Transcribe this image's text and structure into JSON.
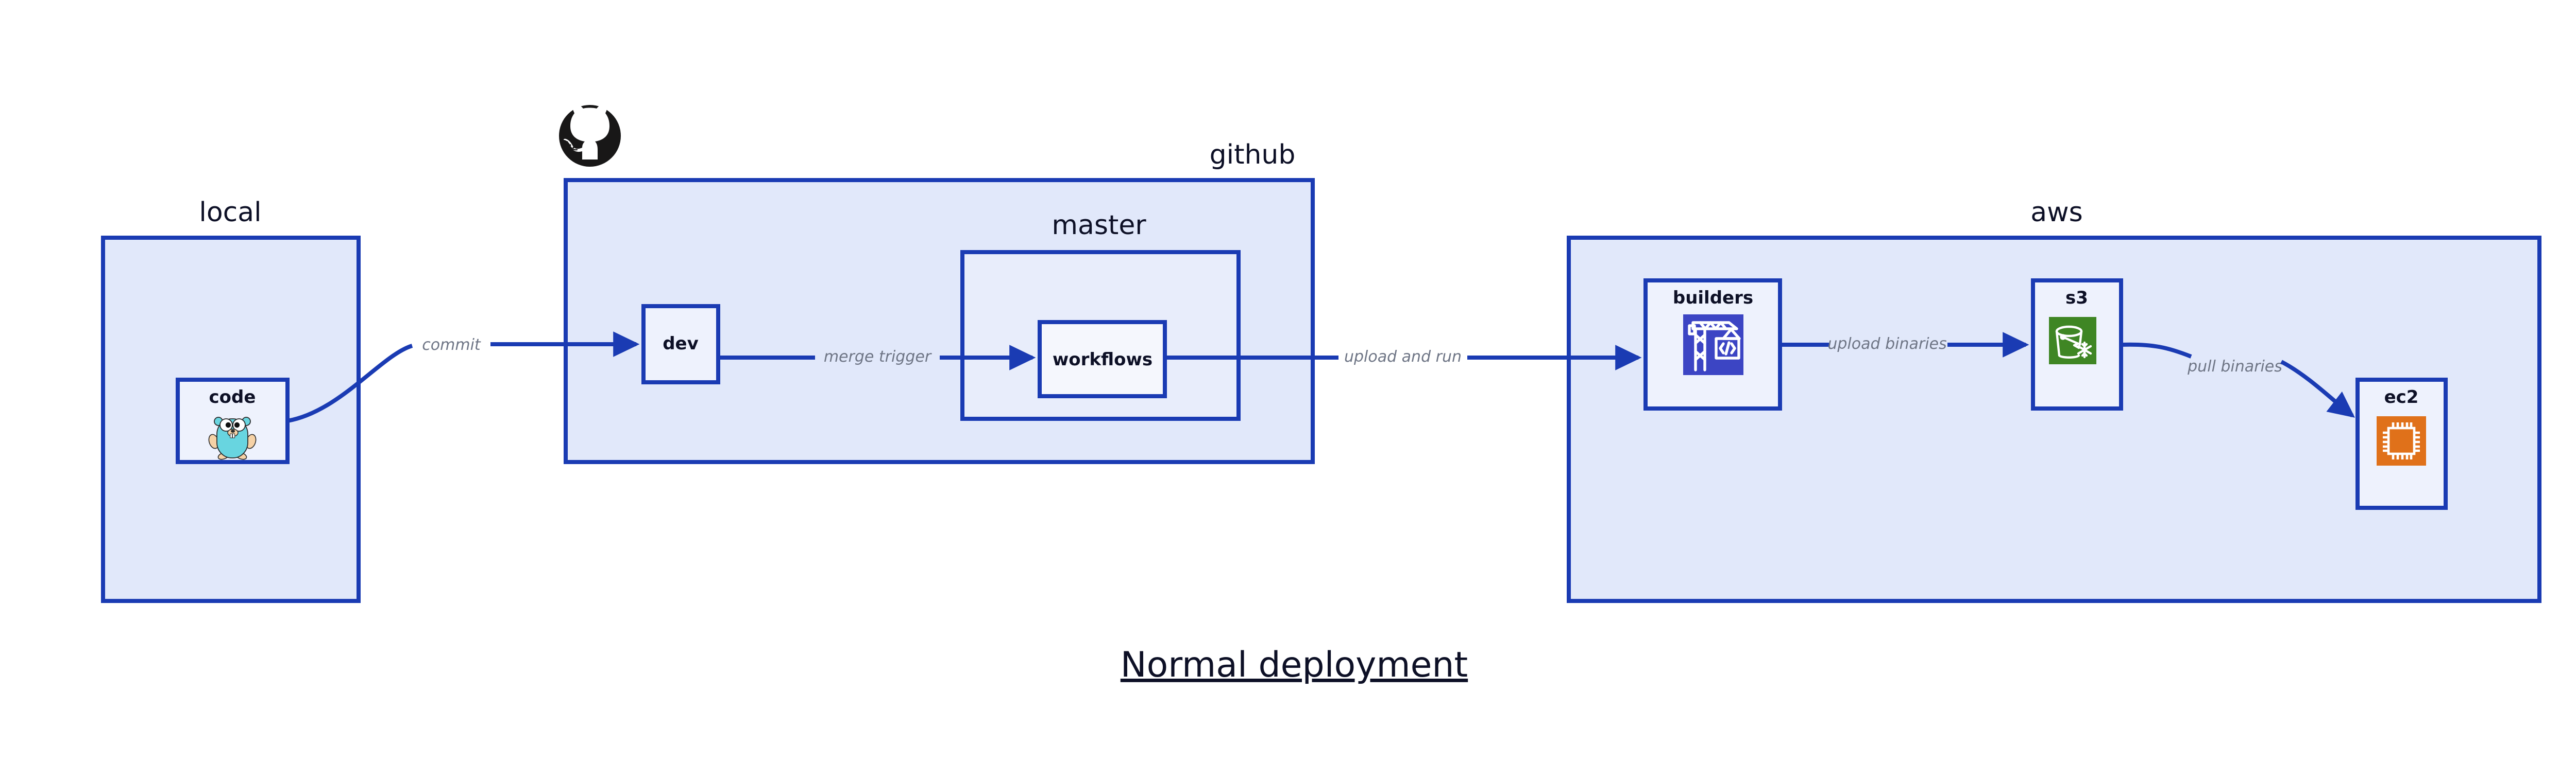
{
  "title": "Normal deployment",
  "colors": {
    "group_fill": "#e1e8fa",
    "subgroup_fill": "#e8edfb",
    "node_fill": "#eef2fd",
    "node_fill_pale": "#f5f7fd",
    "border_blue": "#1a3bb3",
    "edge_blue": "#1a3bb3",
    "edge_label_gray": "#6e7585",
    "text_dark": "#0d1026",
    "codebuild_blue": "#3c45c4",
    "s3_green": "#3f8624",
    "ec2_orange": "#e0711a",
    "gopher_blue": "#68d5e0",
    "gopher_tan": "#f6d2a6",
    "github_black": "#181717"
  },
  "groups": [
    {
      "id": "local",
      "label": "local",
      "label_align": "center"
    },
    {
      "id": "github",
      "label": "github",
      "label_align": "right"
    },
    {
      "id": "aws",
      "label": "aws",
      "label_align": "center"
    }
  ],
  "subgroups": [
    {
      "id": "master",
      "label": "master",
      "parent": "github"
    }
  ],
  "nodes": [
    {
      "id": "code",
      "label": "code",
      "parent": "local",
      "icon": "go-gopher-icon"
    },
    {
      "id": "dev",
      "label": "dev",
      "parent": "github",
      "icon": null
    },
    {
      "id": "workflows",
      "label": "workflows",
      "parent": "master",
      "icon": null
    },
    {
      "id": "builders",
      "label": "builders",
      "parent": "aws",
      "icon": "aws-codebuild-crane-icon"
    },
    {
      "id": "s3",
      "label": "s3",
      "parent": "aws",
      "icon": "aws-s3-bucket-icon"
    },
    {
      "id": "ec2",
      "label": "ec2",
      "parent": "aws",
      "icon": "aws-ec2-chip-icon"
    }
  ],
  "edges": [
    {
      "id": "commit",
      "label": "commit",
      "from": "code",
      "to": "dev"
    },
    {
      "id": "merge-trigger",
      "label": "merge trigger",
      "from": "dev",
      "to": "workflows"
    },
    {
      "id": "upload-and-run",
      "label": "upload and run",
      "from": "workflows",
      "to": "builders"
    },
    {
      "id": "upload-binaries",
      "label": "upload binaries",
      "from": "builders",
      "to": "s3"
    },
    {
      "id": "pull-binaries",
      "label": "pull binaries",
      "from": "s3",
      "to": "ec2"
    }
  ],
  "icons": {
    "github_logo": "github-octocat-icon"
  }
}
